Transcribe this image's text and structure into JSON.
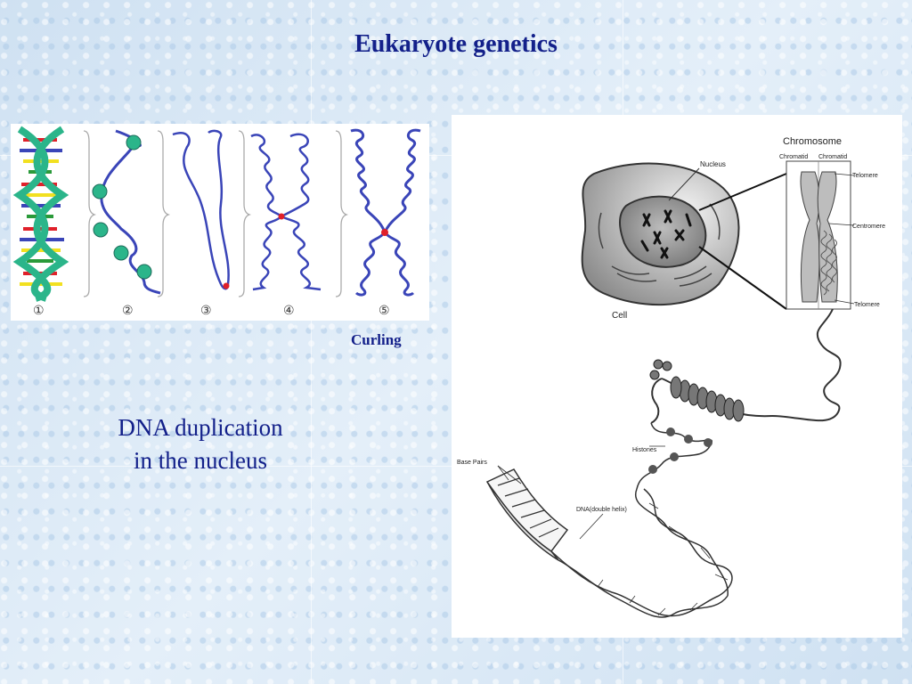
{
  "slide": {
    "title": "Eukaryote genetics",
    "caption_curling": "Curling",
    "caption_dna_line1": "DNA duplication",
    "caption_dna_line2": "in the nucleus"
  },
  "left_diagram": {
    "step_numbers": [
      "①",
      "②",
      "③",
      "④",
      "⑤"
    ]
  },
  "right_diagram": {
    "labels": {
      "chromosome": "Chromosome",
      "chromatid_1": "Chromatid",
      "chromatid_2": "Chromatid",
      "nucleus": "Nucleus",
      "telomere_top": "Telomere",
      "centromere": "Centromere",
      "telomere_bottom": "Telomere",
      "cell": "Cell",
      "histones": "Histones",
      "base_pairs": "Base Pairs",
      "dna_double_helix": "DNA(double helix)"
    }
  },
  "colors": {
    "title_blue": "#13208a",
    "strand_blue": "#3a45b8",
    "helix_green": "#2bb58a",
    "marker_red": "#e0202a"
  }
}
